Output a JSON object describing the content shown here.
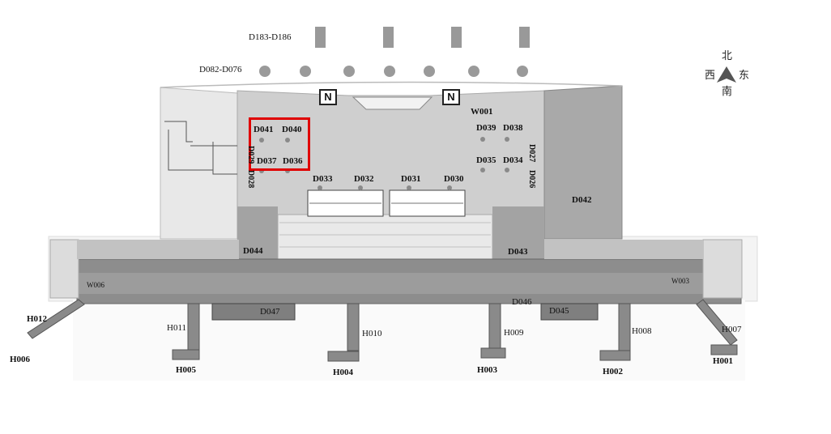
{
  "compass": {
    "north": "北",
    "south": "南",
    "west": "西",
    "east": "东"
  },
  "range_labels": {
    "upper": "D183-D186",
    "lower": "D082-D076"
  },
  "n_markers": [
    "N",
    "N"
  ],
  "gates": {
    "D041": "D041",
    "D040": "D040",
    "D037": "D037",
    "D036": "D036",
    "D039": "D039",
    "D038": "D038",
    "D035": "D035",
    "D034": "D034",
    "D033": "D033",
    "D032": "D032",
    "D031": "D031",
    "D030": "D030",
    "D027": "D027",
    "D026": "D026",
    "D042": "D042",
    "D043": "D043",
    "D044": "D044",
    "D045": "D045",
    "D046": "D046",
    "D047": "D047",
    "D029": "D029",
    "D028": "D028",
    "W001": "W001",
    "W006": "W006",
    "W003": "W003"
  },
  "piers": {
    "H012": "H012",
    "H006": "H006",
    "H011": "H011",
    "H005": "H005",
    "H010": "H010",
    "H004": "H004",
    "H009": "H009",
    "H003": "H003",
    "H008": "H008",
    "H002": "H002",
    "H007": "H007",
    "H001": "H001"
  },
  "highlight_color": "#e00000"
}
